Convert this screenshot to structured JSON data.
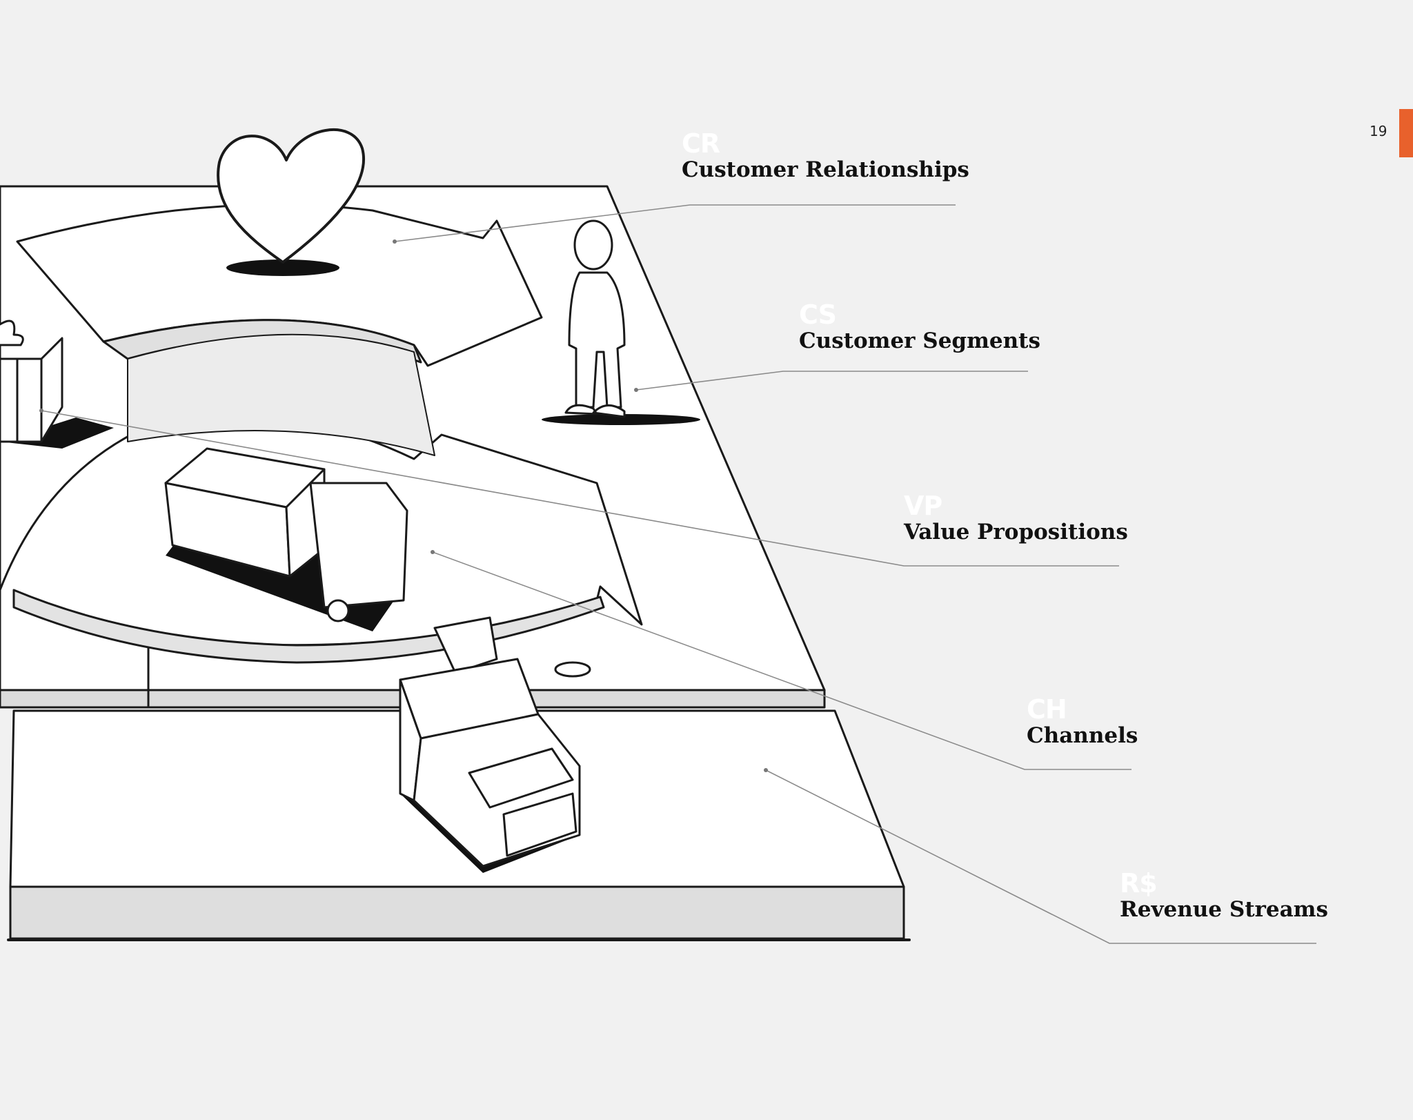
{
  "page": {
    "number": "19",
    "accent_color": "#e8612c"
  },
  "canvas_blocks": [
    {
      "abbr": "CR",
      "name": "Customer Relationships"
    },
    {
      "abbr": "CS",
      "name": "Customer Segments"
    },
    {
      "abbr": "VP",
      "name": "Value Propositions"
    },
    {
      "abbr": "CH",
      "name": "Channels"
    },
    {
      "abbr": "R$",
      "name": "Revenue Streams"
    }
  ]
}
